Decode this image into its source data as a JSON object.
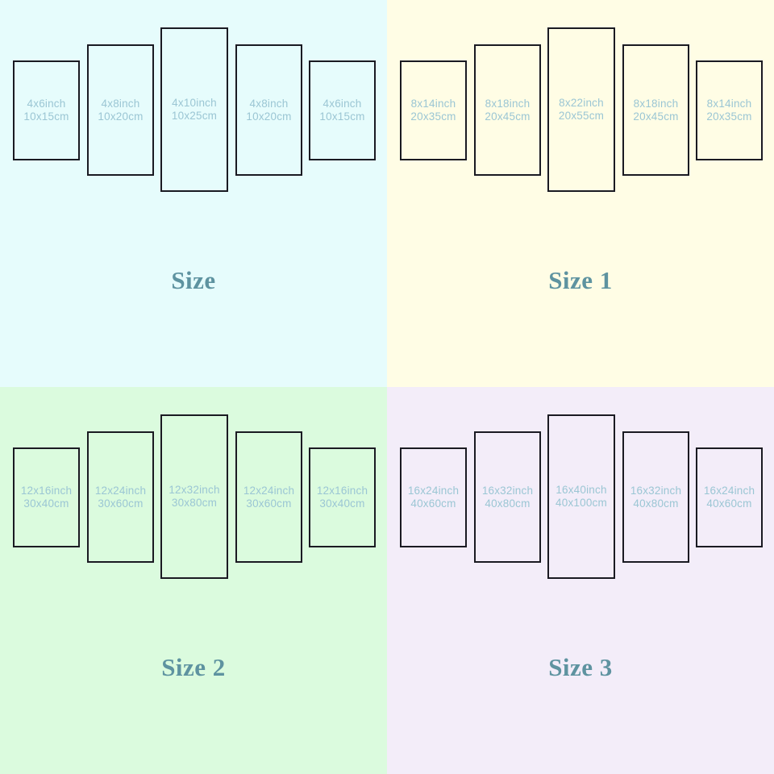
{
  "meta": {
    "chart_kind": "canvas-size-option-chart",
    "layout": "2x2 grid of size variants, each with 5 staircase panels"
  },
  "colors": {
    "label_text": "#9bc6d4",
    "title_text": "#5e93a0",
    "frame_border": "#1a1a22",
    "bg_size_0": "#e6fcfc",
    "bg_size_1": "#fffde5",
    "bg_size_2": "#dbfbde",
    "bg_size_3": "#f3edf9"
  },
  "variants": [
    {
      "title": "Size",
      "background": "#e6fcfc",
      "panels": [
        {
          "inch": "4x6inch",
          "cm": "10x15cm"
        },
        {
          "inch": "4x8inch",
          "cm": "10x20cm"
        },
        {
          "inch": "4x10inch",
          "cm": "10x25cm"
        },
        {
          "inch": "4x8inch",
          "cm": "10x20cm"
        },
        {
          "inch": "4x6inch",
          "cm": "10x15cm"
        }
      ]
    },
    {
      "title": "Size 1",
      "background": "#fffde5",
      "panels": [
        {
          "inch": "8x14inch",
          "cm": "20x35cm"
        },
        {
          "inch": "8x18inch",
          "cm": "20x45cm"
        },
        {
          "inch": "8x22inch",
          "cm": "20x55cm"
        },
        {
          "inch": "8x18inch",
          "cm": "20x45cm"
        },
        {
          "inch": "8x14inch",
          "cm": "20x35cm"
        }
      ]
    },
    {
      "title": "Size 2",
      "background": "#dbfbde",
      "panels": [
        {
          "inch": "12x16inch",
          "cm": "30x40cm"
        },
        {
          "inch": "12x24inch",
          "cm": "30x60cm"
        },
        {
          "inch": "12x32inch",
          "cm": "30x80cm"
        },
        {
          "inch": "12x24inch",
          "cm": "30x60cm"
        },
        {
          "inch": "12x16inch",
          "cm": "30x40cm"
        }
      ]
    },
    {
      "title": "Size 3",
      "background": "#f3edf9",
      "panels": [
        {
          "inch": "16x24inch",
          "cm": "40x60cm"
        },
        {
          "inch": "16x32inch",
          "cm": "40x80cm"
        },
        {
          "inch": "16x40inch",
          "cm": "40x100cm"
        },
        {
          "inch": "16x32inch",
          "cm": "40x80cm"
        },
        {
          "inch": "16x24inch",
          "cm": "40x60cm"
        }
      ]
    }
  ]
}
